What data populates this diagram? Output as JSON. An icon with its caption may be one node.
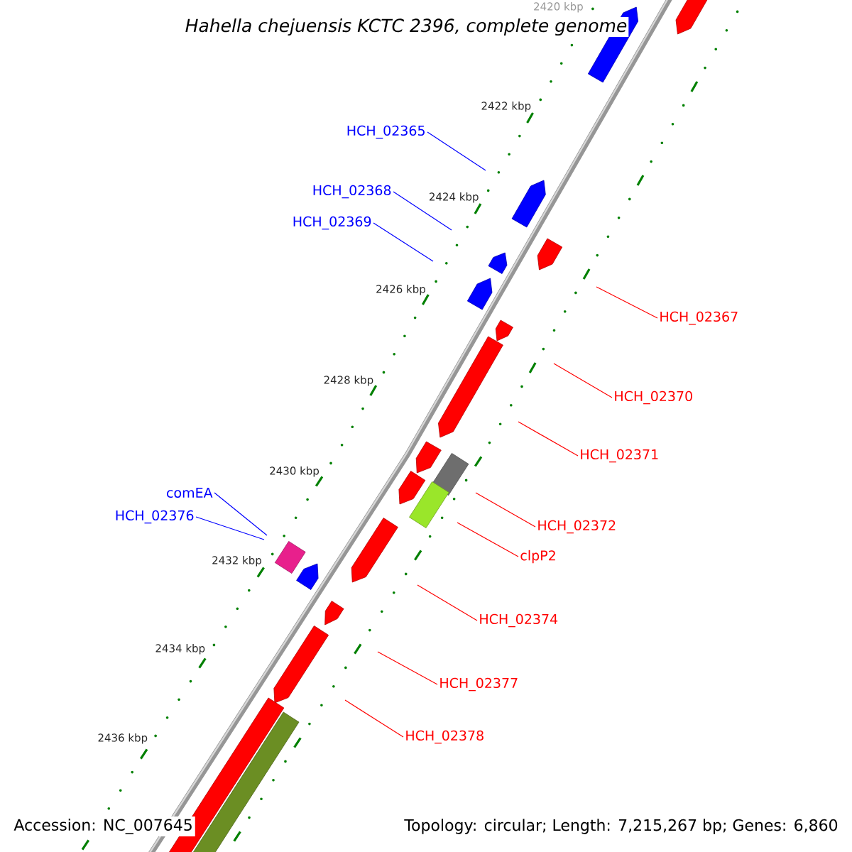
{
  "diagram": {
    "title": "Hahella chejuensis KCTC 2396, complete genome",
    "nodes": [
      {
        "text": [
          "HCH_02365"
        ]
      },
      {
        "text": [
          "HCH_02368"
        ]
      },
      {
        "text": [
          "HCH_02369"
        ]
      },
      {
        "text": [
          "HCH_02367"
        ]
      },
      {
        "text": [
          "HCH_02370"
        ]
      },
      {
        "text": [
          "HCH_02371"
        ]
      },
      {
        "text": [
          "comEA"
        ]
      },
      {
        "text": [
          "HCH_02376"
        ]
      },
      {
        "text": [
          "HCH_02372"
        ]
      },
      {
        "text": [
          "clpP2"
        ]
      },
      {
        "text": [
          "HCH_02374"
        ]
      },
      {
        "text": [
          "HCH_02377"
        ]
      },
      {
        "text": [
          "HCH_02378"
        ]
      }
    ],
    "edges": [
      {
        "from": 0,
        "to": null,
        "arrow": "none",
        "color": "#0000ff"
      },
      {
        "from": 1,
        "to": null,
        "arrow": "none",
        "color": "#0000ff"
      },
      {
        "from": 2,
        "to": null,
        "arrow": "none",
        "color": "#0000ff"
      },
      {
        "from": 3,
        "to": null,
        "arrow": "none"
      },
      {
        "from": 4,
        "to": null,
        "arrow": "none"
      },
      {
        "from": 5,
        "to": null,
        "arrow": "none"
      },
      {
        "from": 6,
        "to": null,
        "arrow": "none",
        "color": "#0000ff"
      },
      {
        "from": 7,
        "to": null,
        "arrow": "none",
        "color": "#0000ff"
      },
      {
        "from": 8,
        "to": null,
        "arrow": "none"
      },
      {
        "from": 9,
        "to": null,
        "arrow": "none"
      },
      {
        "from": 10,
        "to": null,
        "arrow": "none"
      },
      {
        "from": 11,
        "to": null,
        "arrow": "none"
      },
      {
        "from": 12,
        "to": null,
        "arrow": "none"
      }
    ],
    "labels": [
      "2420 kbp",
      "2422 kbp",
      "2424 kbp",
      "2426 kbp",
      "2428 kbp",
      "2430 kbp",
      "2432 kbp",
      "2434 kbp",
      "2436 kbp",
      "Accession: NC_007645",
      "Topology: circular; Length: 7,215,267 bp; Genes: 6,860"
    ]
  }
}
